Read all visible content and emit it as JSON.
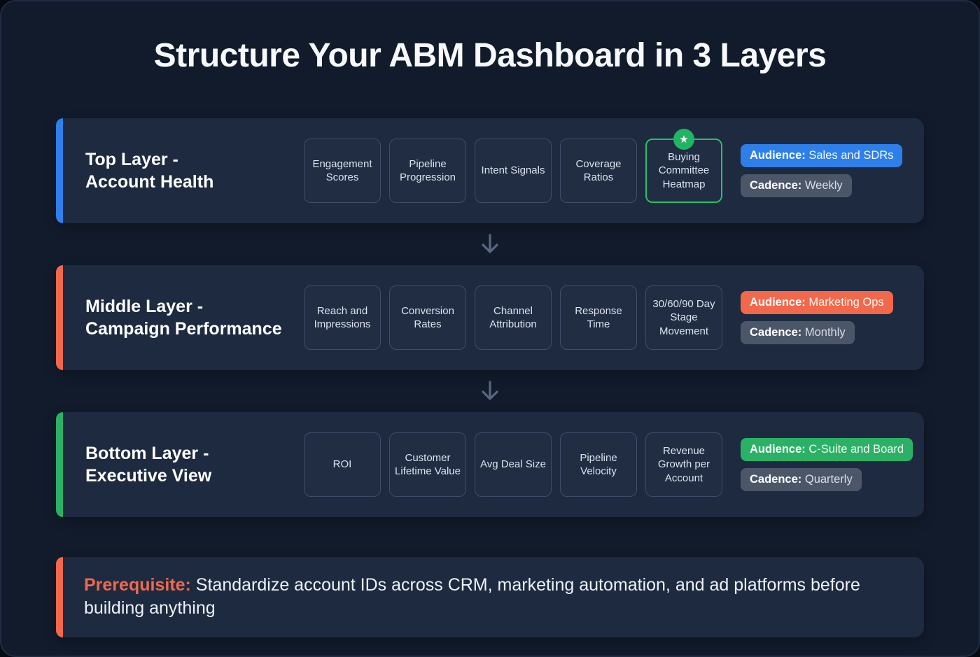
{
  "title": "Structure Your ABM Dashboard in 3 Layers",
  "layers": [
    {
      "title_line1": "Top Layer -",
      "title_line2": "Account Health",
      "accent_color": "#2f80ed",
      "metrics": [
        "Engagement Scores",
        "Pipeline Progression",
        "Intent Signals",
        "Coverage Ratios",
        "Buying Committee Heatmap"
      ],
      "highlighted_metric": "Buying Committee Heatmap",
      "audience_label": "Audience:",
      "audience_value": "Sales and SDRs",
      "audience_color": "#2e7fe9",
      "cadence_label": "Cadence:",
      "cadence_value": "Weekly",
      "cadence_color": "#4c5669"
    },
    {
      "title_line1": "Middle Layer -",
      "title_line2": "Campaign Performance",
      "accent_color": "#f3684a",
      "metrics": [
        "Reach and Impressions",
        "Conversion Rates",
        "Channel Attribution",
        "Response Time",
        "30/60/90 Day Stage Movement"
      ],
      "audience_label": "Audience:",
      "audience_value": "Marketing Ops",
      "audience_color": "#f3684a",
      "cadence_label": "Cadence:",
      "cadence_value": "Monthly",
      "cadence_color": "#4c5669"
    },
    {
      "title_line1": "Bottom Layer -",
      "title_line2": "Executive View",
      "accent_color": "#2bb166",
      "metrics": [
        "ROI",
        "Customer Lifetime Value",
        "Avg Deal Size",
        "Pipeline Velocity",
        "Revenue Growth per Account"
      ],
      "audience_label": "Audience:",
      "audience_value": "C-Suite and Board",
      "audience_color": "#2bb166",
      "cadence_label": "Cadence:",
      "cadence_value": "Quarterly",
      "cadence_color": "#4c5669"
    }
  ],
  "star_icon": "★",
  "prerequisite": {
    "label": "Prerequisite:",
    "text": "Standardize account IDs across CRM, marketing automation, and ad platforms before building anything"
  }
}
